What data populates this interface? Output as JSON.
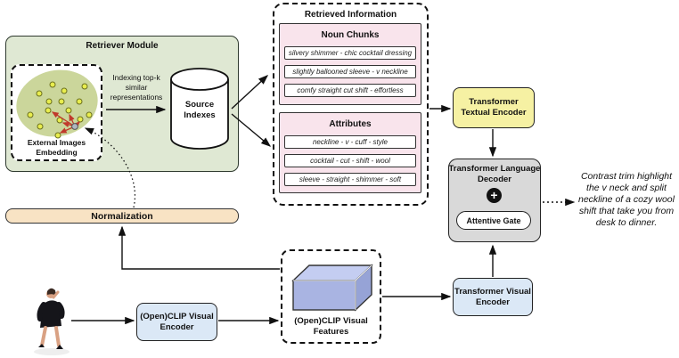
{
  "retriever": {
    "title": "Retriever Module",
    "embedding_label": "External Images Embedding",
    "indexing_label": "Indexing top-k similar representations",
    "source_indexes_label": "Source Indexes"
  },
  "retrieved": {
    "title": "Retrieved Information",
    "noun_chunks": {
      "title": "Noun Chunks",
      "rows": [
        "silvery shimmer - chic cocktail dressing",
        "slightly ballooned sleeve - v neckline",
        "comfy straight cut shift - effortless"
      ]
    },
    "attributes": {
      "title": "Attributes",
      "rows": [
        "neckline - v - cuff - style",
        "cocktail - cut - shift - wool",
        "sleeve - straight - shimmer - soft"
      ]
    }
  },
  "modules": {
    "textual_encoder": "Transformer Textual Encoder",
    "language_decoder": "Transformer Language Decoder",
    "attentive_gate": "Attentive Gate",
    "visual_encoder": "Transformer Visual Encoder",
    "clip_encoder": "(Open)CLIP Visual Encoder",
    "clip_features": "(Open)CLIP Visual Features",
    "normalization": "Normalization"
  },
  "icons": {
    "plus": "+",
    "database": "database-cylinder",
    "cube": "feature-tensor-cube"
  },
  "output_caption": "Contrast trim highlight the v neck and split neckline of a cozy wool shift that take you from desk to dinner.",
  "colors": {
    "retriever_bg": "#dfe8d3",
    "embedding_ellipse": "#cbd69b",
    "dot_yellow": "#e8ed4e",
    "query_dot": "#aeb6bf",
    "query_arrows": "#c0392b",
    "pink_header": "#f9e4ec",
    "textual_encoder_bg": "#f6f1a3",
    "decoder_bg": "#d9d9d9",
    "visual_encoder_bg": "#dbe8f6",
    "normalization_bg": "#f8e3c4",
    "cube_front": "#a9b4e2",
    "cube_top": "#c4cdf1",
    "cube_side": "#96a3d6"
  }
}
